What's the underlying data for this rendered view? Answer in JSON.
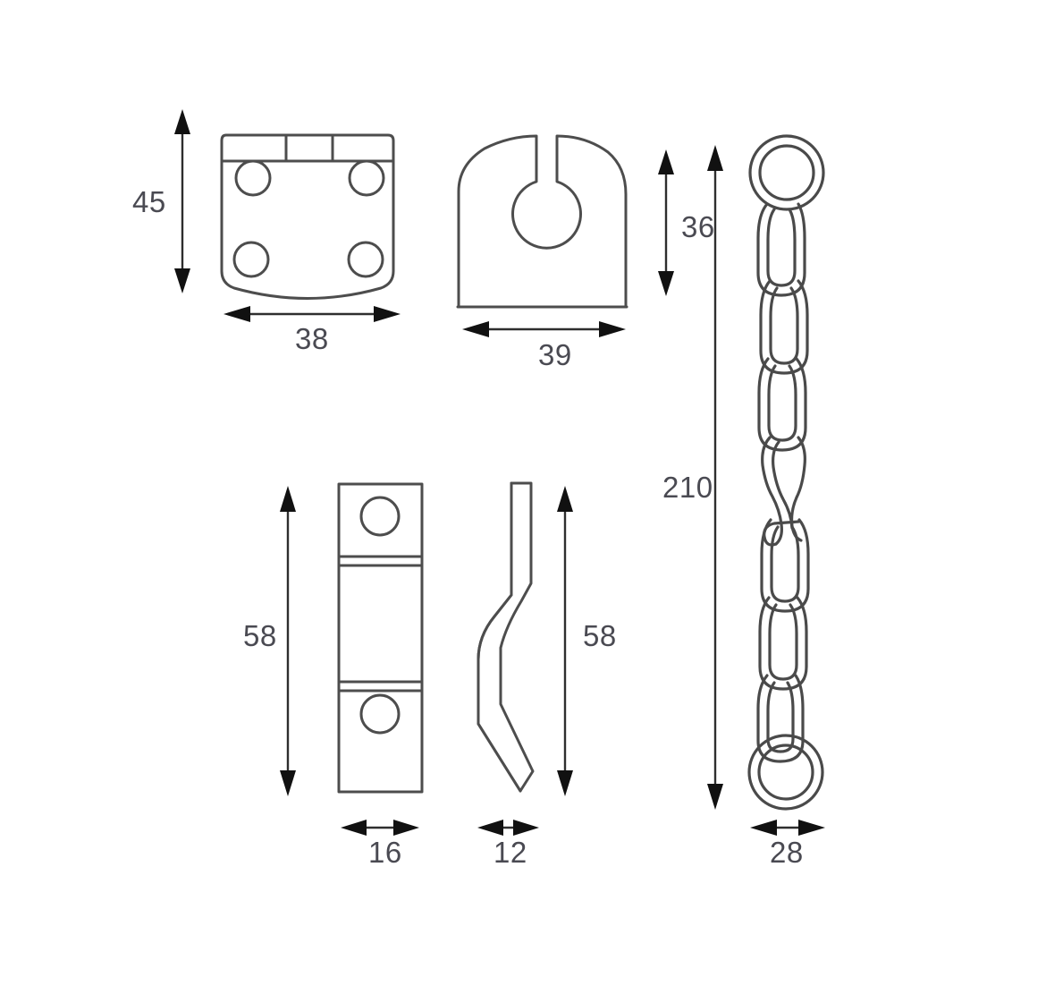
{
  "drawing": {
    "title": "Hinge, Keeper, Bracket and Chain Dimension Drawing",
    "units": "mm",
    "line_color": "#4d4d4d",
    "dim_color": "#4a4a52",
    "background": "#ffffff"
  },
  "dimensions": {
    "hinge_height": "45",
    "hinge_width": "38",
    "keeper_height": "36",
    "keeper_width": "39",
    "plate_height": "58",
    "plate_width": "16",
    "profile_height": "58",
    "profile_width": "12",
    "chain_length": "210",
    "chain_ring_width": "28"
  },
  "parts": [
    {
      "name": "hinge-plate",
      "label": "Hinge plate with four screw holes and knuckle band",
      "dims": [
        "45",
        "38"
      ]
    },
    {
      "name": "keeper-plate",
      "label": "Keeper plate with keyhole slot",
      "dims": [
        "36",
        "39"
      ]
    },
    {
      "name": "mounting-plate",
      "label": "Mounting plate with two screw holes",
      "dims": [
        "58",
        "16"
      ]
    },
    {
      "name": "s-profile",
      "label": "S shaped side profile of mounting plate",
      "dims": [
        "58",
        "12"
      ]
    },
    {
      "name": "chain",
      "label": "Chain with end rings",
      "dims": [
        "210",
        "28"
      ]
    }
  ]
}
